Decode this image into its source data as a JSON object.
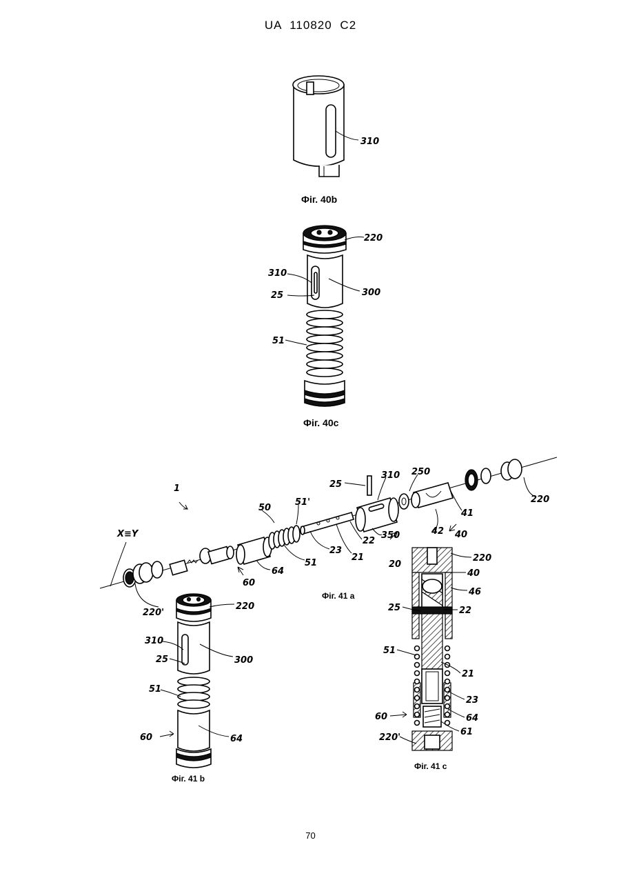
{
  "header": "UA   110820   C2",
  "page_number": "70",
  "figures": {
    "fig40b": {
      "caption": "Фіг. 40b",
      "labels": [
        "310"
      ]
    },
    "fig40c": {
      "caption": "Фіг. 40c",
      "labels": [
        "220",
        "310",
        "300",
        "25",
        "51"
      ]
    },
    "fig41a": {
      "caption": "Фіг. 41 a",
      "labels": [
        "1",
        "25",
        "310",
        "250",
        "220",
        "50",
        "51'",
        "X≡Y",
        "51",
        "64",
        "60",
        "220'",
        "23",
        "21",
        "22",
        "350",
        "42",
        "41",
        "40",
        "20"
      ]
    },
    "fig41b": {
      "caption": "Фіг. 41 b",
      "labels": [
        "220",
        "310",
        "300",
        "25",
        "51",
        "60",
        "64"
      ]
    },
    "fig41c": {
      "caption": "Фіг. 41 c",
      "labels": [
        "220",
        "40",
        "46",
        "25",
        "22",
        "51",
        "21",
        "23",
        "60",
        "64",
        "61",
        "220'"
      ]
    }
  }
}
